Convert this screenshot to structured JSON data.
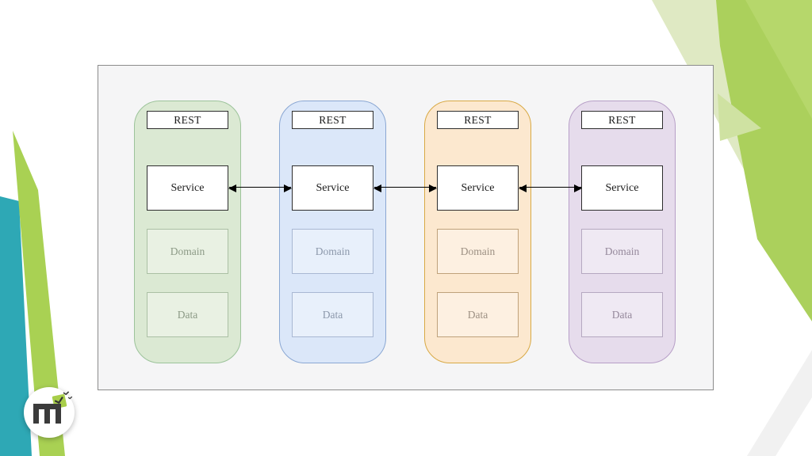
{
  "slide": {
    "type": "presentation-slide",
    "content": "microservices architecture diagram"
  },
  "diagram": {
    "frame": {
      "fill": "#f5f5f6",
      "stroke": "#8c8c8c"
    },
    "columns": [
      {
        "name": "service-stack-green",
        "colors": {
          "fill": "#dbe9d3",
          "stroke": "#9cc39a",
          "subFill": "#e9f1e3",
          "subStroke": "#abc0a4",
          "subText": "#8c9a86"
        },
        "labels": {
          "rest": "REST",
          "service": "Service",
          "domain": "Domain",
          "data": "Data"
        }
      },
      {
        "name": "service-stack-blue",
        "colors": {
          "fill": "#dbe7f9",
          "stroke": "#8aa7d3",
          "subFill": "#e8f0fb",
          "subStroke": "#a9b8d3",
          "subText": "#8c98ab"
        },
        "labels": {
          "rest": "REST",
          "service": "Service",
          "domain": "Domain",
          "data": "Data"
        }
      },
      {
        "name": "service-stack-orange",
        "colors": {
          "fill": "#fce8cf",
          "stroke": "#d8a945",
          "subFill": "#fdf0e1",
          "subStroke": "#bfa27b",
          "subText": "#9d9083"
        },
        "labels": {
          "rest": "REST",
          "service": "Service",
          "domain": "Domain",
          "data": "Data"
        }
      },
      {
        "name": "service-stack-purple",
        "colors": {
          "fill": "#e6dcec",
          "stroke": "#b79fc7",
          "subFill": "#efe9f3",
          "subStroke": "#b5a8c0",
          "subText": "#95889b"
        },
        "labels": {
          "rest": "REST",
          "service": "Service",
          "domain": "Domain",
          "data": "Data"
        }
      }
    ],
    "connections": [
      {
        "between": "Service 1 and Service 2",
        "style": "double-headed-arrow"
      },
      {
        "between": "Service 2 and Service 3",
        "style": "double-headed-arrow"
      },
      {
        "between": "Service 3 and Service 4",
        "style": "double-headed-arrow"
      }
    ],
    "arrow_color": "#000000"
  },
  "decor": {
    "teal": "#2ea8b5",
    "stripeGreen": "#a9d153",
    "paleGreen": "#dfe9c3",
    "mainGreen": "#abd05c",
    "cornerGreen": "#b6d76b",
    "lightGreenTriangle": "#cfe2a2",
    "faintGray": "#f1f1f1"
  },
  "logo": {
    "glyph": "m-with-birds",
    "mColor": "#3b3b3b",
    "accentGreen": "#a8ce4a"
  }
}
